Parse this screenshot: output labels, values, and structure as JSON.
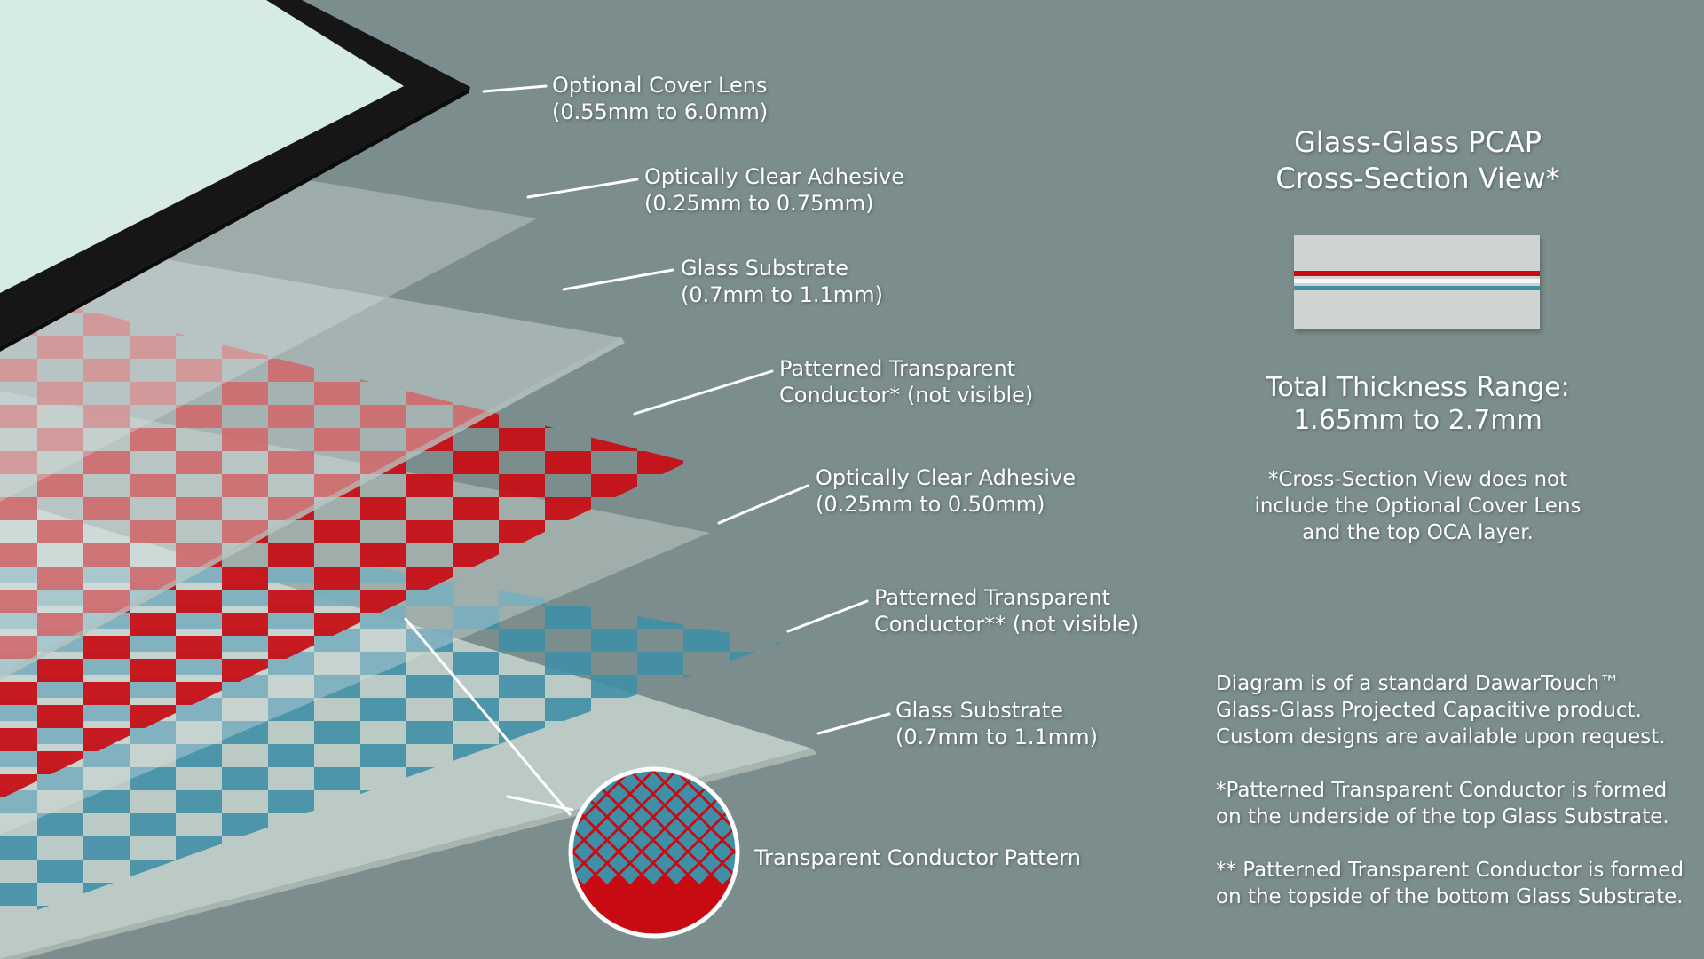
{
  "colors": {
    "background": "#7b8d8c",
    "bezel": "#161616",
    "cover_lens": "#d6ece3",
    "glass": "#c3d0cc",
    "conductor_top": "#c80b12",
    "conductor_bottom": "#3f8fa7",
    "label_text": "#ffffff"
  },
  "callouts": [
    {
      "id": "optional-cover-lens",
      "line1": "Optional Cover Lens",
      "line2": "(0.55mm to 6.0mm)"
    },
    {
      "id": "optically-clear-adhesive-top",
      "line1": "Optically Clear Adhesive",
      "line2": "(0.25mm to 0.75mm)"
    },
    {
      "id": "glass-substrate-top",
      "line1": "Glass Substrate",
      "line2": "(0.7mm to 1.1mm)"
    },
    {
      "id": "patterned-conductor-top",
      "line1": "Patterned Transparent",
      "line2": "Conductor* (not visible)"
    },
    {
      "id": "optically-clear-adhesive-middle",
      "line1": "Optically Clear Adhesive",
      "line2": "(0.25mm to 0.50mm)"
    },
    {
      "id": "patterned-conductor-bottom",
      "line1": "Patterned Transparent",
      "line2": "Conductor** (not visible)"
    },
    {
      "id": "glass-substrate-bottom",
      "line1": "Glass Substrate",
      "line2": "(0.7mm to 1.1mm)"
    }
  ],
  "pattern_label": "Transparent Conductor Pattern",
  "panel": {
    "title_line1": "Glass-Glass PCAP",
    "title_line2": "Cross-Section View*",
    "thickness_line1": "Total Thickness Range:",
    "thickness_line2": "1.65mm to 2.7mm",
    "note_line1": "*Cross-Section View does not",
    "note_line2": "include the Optional Cover Lens",
    "note_line3": "and the top OCA layer."
  },
  "notes": {
    "p1_line1": "Diagram is of a standard DawarTouch™",
    "p1_line2": "Glass-Glass Projected Capacitive product.",
    "p1_line3": "Custom designs are available upon request.",
    "p2_line1": "*Patterned Transparent Conductor is formed",
    "p2_line2": "on the underside of the top Glass Substrate.",
    "p3_line1": "** Patterned Transparent Conductor is formed",
    "p3_line2": "on the topside of the bottom Glass Substrate."
  }
}
